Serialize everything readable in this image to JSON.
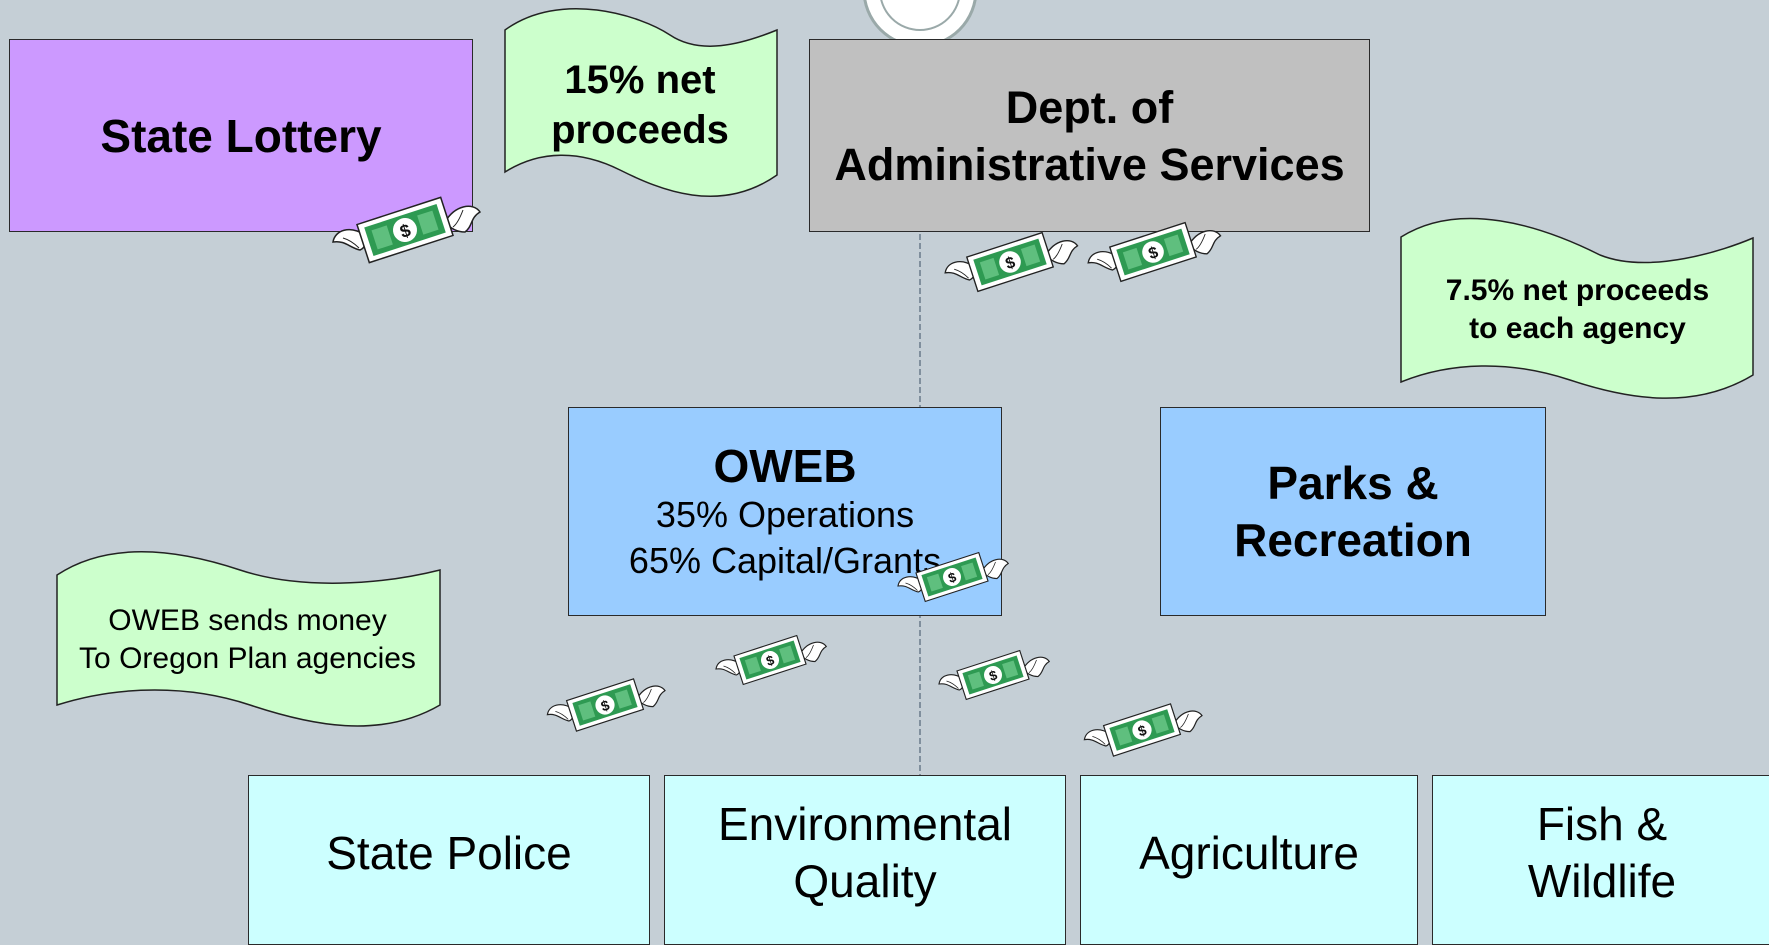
{
  "boxes": {
    "lottery": {
      "title": "State Lottery",
      "color": "#cc99ff"
    },
    "das": {
      "line1": "Dept. of",
      "line2": "Administrative Services",
      "color": "#c0c0c0"
    },
    "oweb": {
      "title": "OWEB",
      "line1": "35% Operations",
      "line2": "65% Capital/Grants",
      "color": "#99ccff"
    },
    "parks": {
      "line1": "Parks &",
      "line2": "Recreation",
      "color": "#99ccff"
    },
    "police": {
      "title": "State Police",
      "color": "#ccffff"
    },
    "deq": {
      "line1": "Environmental",
      "line2": "Quality",
      "color": "#ccffff"
    },
    "agriculture": {
      "title": "Agriculture",
      "color": "#ccffff"
    },
    "fish": {
      "line1": "Fish &",
      "line2": "Wildlife",
      "color": "#ccffff"
    }
  },
  "banners": {
    "net15": {
      "line1": "15% net",
      "line2": "proceeds"
    },
    "net75": {
      "line1": "7.5% net proceeds",
      "line2": "to each agency"
    },
    "oweb_sends": {
      "line1": "OWEB sends money",
      "line2": "To Oregon Plan agencies"
    }
  },
  "icons": {
    "money": "flying-money-icon",
    "emblem": "state-seal-icon"
  },
  "colors": {
    "background": "#c5cfd6",
    "banner": "#ccffcc",
    "bill": "#2e9a52"
  }
}
